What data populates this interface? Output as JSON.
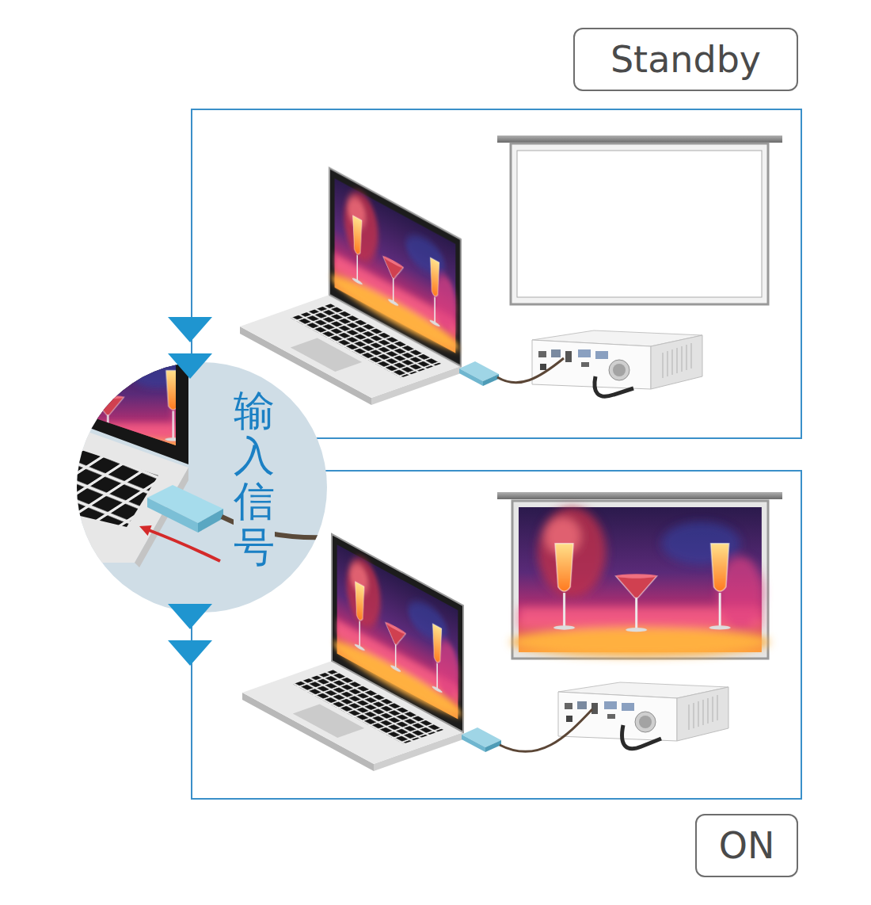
{
  "diagram": {
    "nodes": [
      {
        "text": [
          "Standby"
        ]
      },
      {
        "text": [
          "输入信号"
        ]
      },
      {
        "text": [
          "ON"
        ]
      }
    ]
  }
}
